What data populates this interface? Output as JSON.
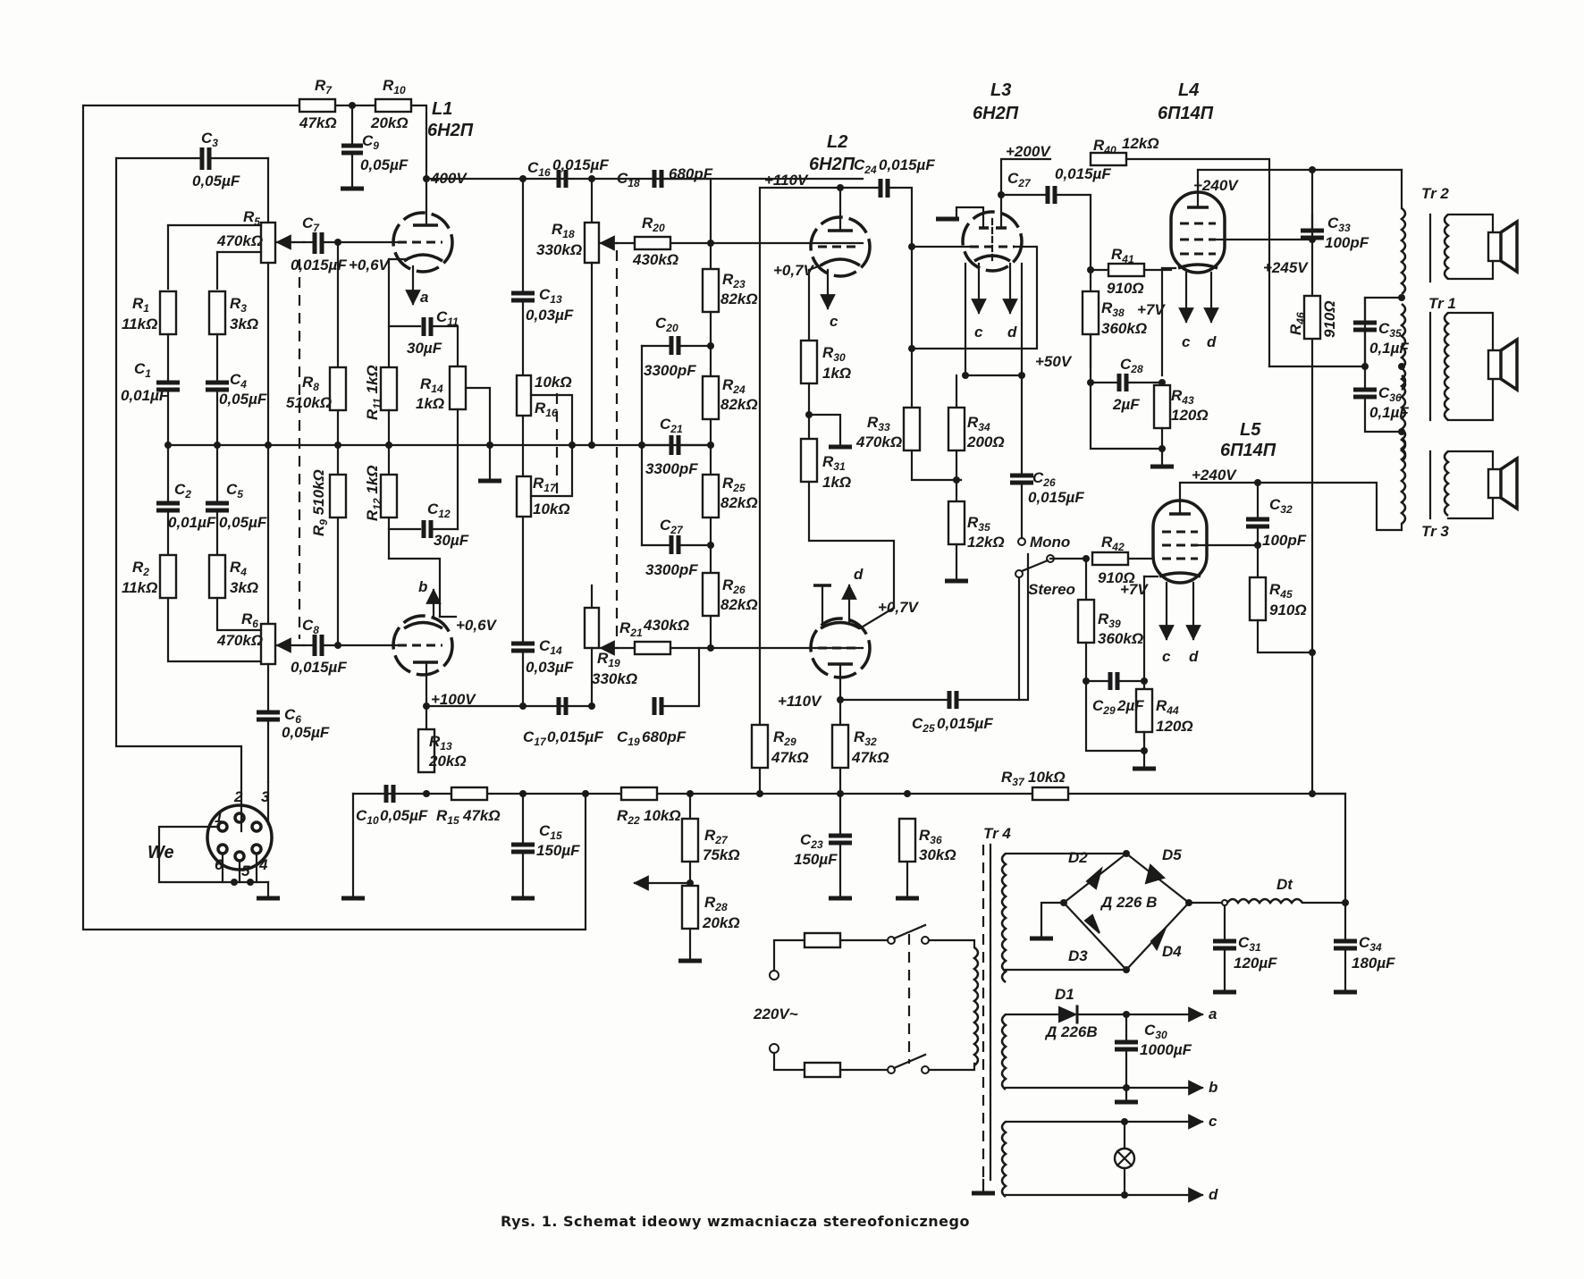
{
  "caption": "Rys. 1. Schemat ideowy wzmacniacza stereofonicznego",
  "tubes": [
    {
      "ref": "L1",
      "type": "6H2Π"
    },
    {
      "ref": "L2",
      "type": "6H2Π"
    },
    {
      "ref": "L3",
      "type": "6H2Π"
    },
    {
      "ref": "L4",
      "type": "6Π14Π"
    },
    {
      "ref": "L5",
      "type": "6Π14Π"
    }
  ],
  "resistors": {
    "R1": "11kΩ",
    "R2": "11kΩ",
    "R3": "3kΩ",
    "R4": "3kΩ",
    "R5": "470kΩ",
    "R6": "470kΩ",
    "R7": "47kΩ",
    "R8": "510kΩ",
    "R9": "510kΩ",
    "R10": "20kΩ",
    "R11": "1kΩ",
    "R12": "1kΩ",
    "R13": "20kΩ",
    "R14": "1kΩ",
    "R15": "47kΩ",
    "R16": "10kΩ",
    "R17": "10kΩ",
    "R18": "330kΩ",
    "R19": "330kΩ",
    "R20": "430kΩ",
    "R21": "430kΩ",
    "R22": "10kΩ",
    "R23": "82kΩ",
    "R24": "82kΩ",
    "R25": "82kΩ",
    "R26": "82kΩ",
    "R27": "75kΩ",
    "R28": "20kΩ",
    "R29": "47kΩ",
    "R30": "1kΩ",
    "R31": "1kΩ",
    "R32": "47kΩ",
    "R33": "470kΩ",
    "R34": "200Ω",
    "R35": "12kΩ",
    "R36": "30kΩ",
    "R37": "10kΩ",
    "R38": "360kΩ",
    "R39": "360kΩ",
    "R40": "12kΩ",
    "R41": "910Ω",
    "R42": "910Ω",
    "R43": "120Ω",
    "R44": "120Ω",
    "R45": "910Ω",
    "R46": "910Ω"
  },
  "capacitors": {
    "C1": "0,01µF",
    "C2": "0,01µF",
    "C3": "0,05µF",
    "C4": "0,05µF",
    "C5": "0,05µF",
    "C6": "0,05µF",
    "C7": "0,015µF",
    "C8": "0,015µF",
    "C9": "0,05µF",
    "C10": "0,05µF",
    "C11": "30µF",
    "C12": "30µF",
    "C13": "0,03µF",
    "C14": "0,03µF",
    "C15": "150µF",
    "C16": "0,015µF",
    "C17": "0,015µF",
    "C18": "680pF",
    "C19": "680pF",
    "C20": "3300pF",
    "C21": "3300pF",
    "C27a": "3300pF",
    "C23": "150µF",
    "C24": "0,015µF",
    "C25": "0,015µF",
    "C26": "0,015µF",
    "C27": "0,015µF",
    "C28": "2µF",
    "C29": "2µF",
    "C30": "1000µF",
    "C31": "120µF",
    "C32": "100pF",
    "C33": "100pF",
    "C34": "180µF",
    "C35": "0,1µF",
    "C36": "0,1µF"
  },
  "voltages": {
    "l1_anode": "400V",
    "l1_cathode_a": "+0,6V",
    "l1_cathode_b": "+0,6V",
    "l1_anode_b": "+100V",
    "l2_anode_a": "+110V",
    "l2_cathode_a": "+0,7V",
    "l2_cathode_b": "+0,7V",
    "l2_anode_b": "+110V",
    "l3_anode": "+200V",
    "l3_cathode": "+50V",
    "l4_anode": "+240V",
    "l4_screen": "+245V",
    "l4_cathode": "+7V",
    "l5_anode": "+240V",
    "l5_cathode": "+7V"
  },
  "power": {
    "mains": "220V~",
    "transformer": "Tr 4",
    "choke": "Dt",
    "bridge_diodes": [
      "D2",
      "D3",
      "D4",
      "D5"
    ],
    "bridge_type": "Д 226 B",
    "d1": "D1",
    "d1_type": "Д 226B",
    "outputs": [
      "a",
      "b",
      "c",
      "d"
    ]
  },
  "output_transformers": [
    "Tr 2",
    "Tr 1",
    "Tr 3"
  ],
  "switch": {
    "mono": "Mono",
    "stereo": "Stereo"
  },
  "connector": {
    "name": "We",
    "pins": [
      "1",
      "2",
      "3",
      "4",
      "5",
      "6"
    ]
  },
  "heater_taps": {
    "a": "a",
    "b": "b",
    "c": "c",
    "d": "d"
  }
}
